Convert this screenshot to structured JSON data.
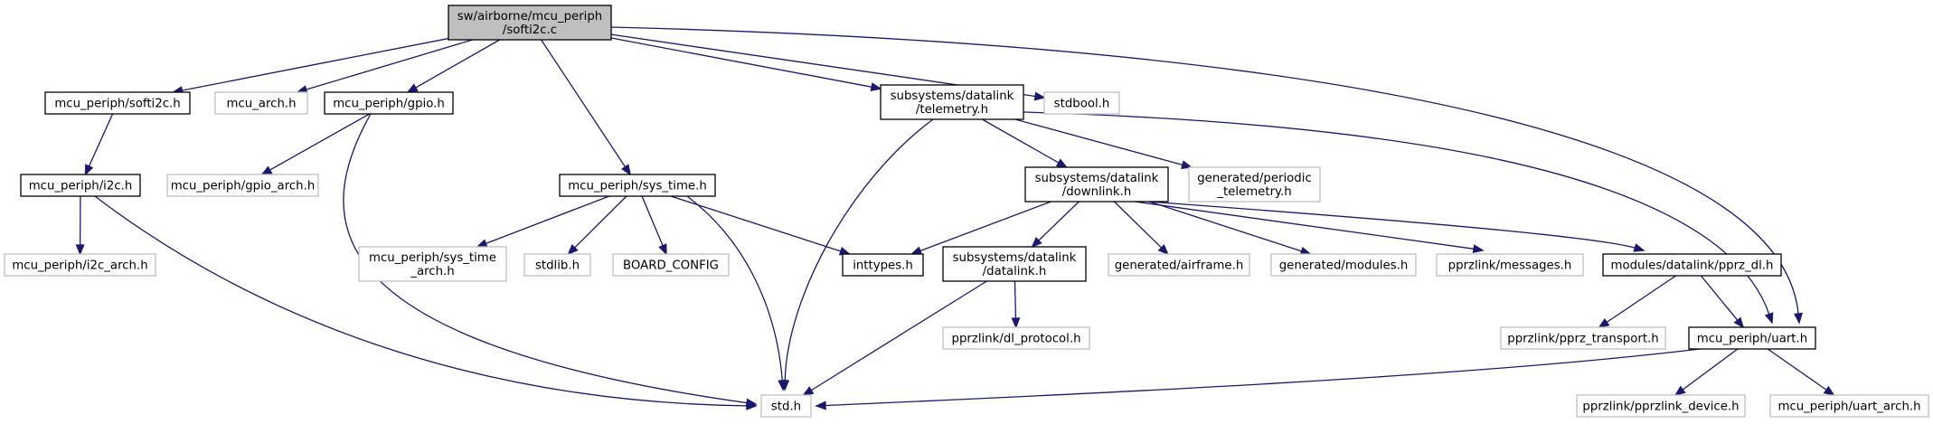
{
  "colors": {
    "edge": "#191970",
    "root_fill": "#bfbfbf",
    "root_stroke": "#000000",
    "doc_stroke": "#000000",
    "ext_stroke": "#bfbfbf",
    "box_fill": "#ffffff"
  },
  "nodes": [
    {
      "id": "softi2c_c",
      "kind": "root",
      "lines": [
        "sw/airborne/mcu_periph",
        "/softi2c.c"
      ]
    },
    {
      "id": "softi2c_h",
      "kind": "doc",
      "lines": [
        "mcu_periph/softi2c.h"
      ]
    },
    {
      "id": "mcu_arch_h",
      "kind": "ext",
      "lines": [
        "mcu_arch.h"
      ]
    },
    {
      "id": "gpio_h",
      "kind": "doc",
      "lines": [
        "mcu_periph/gpio.h"
      ]
    },
    {
      "id": "telemetry_h",
      "kind": "doc",
      "lines": [
        "subsystems/datalink",
        "/telemetry.h"
      ]
    },
    {
      "id": "stdbool_h",
      "kind": "ext",
      "lines": [
        "stdbool.h"
      ]
    },
    {
      "id": "i2c_h",
      "kind": "doc",
      "lines": [
        "mcu_periph/i2c.h"
      ]
    },
    {
      "id": "gpio_arch_h",
      "kind": "ext",
      "lines": [
        "mcu_periph/gpio_arch.h"
      ]
    },
    {
      "id": "sys_time_h",
      "kind": "doc",
      "lines": [
        "mcu_periph/sys_time.h"
      ]
    },
    {
      "id": "downlink_h",
      "kind": "doc",
      "lines": [
        "subsystems/datalink",
        "/downlink.h"
      ]
    },
    {
      "id": "periodic_telemetry_h",
      "kind": "ext",
      "lines": [
        "generated/periodic",
        "_telemetry.h"
      ]
    },
    {
      "id": "i2c_arch_h",
      "kind": "ext",
      "lines": [
        "mcu_periph/i2c_arch.h"
      ]
    },
    {
      "id": "sys_time_arch_h",
      "kind": "ext",
      "lines": [
        "mcu_periph/sys_time",
        "_arch.h"
      ]
    },
    {
      "id": "stdlib_h",
      "kind": "ext",
      "lines": [
        "stdlib.h"
      ]
    },
    {
      "id": "board_config",
      "kind": "ext",
      "lines": [
        "BOARD_CONFIG"
      ]
    },
    {
      "id": "inttypes_h",
      "kind": "doc",
      "lines": [
        "inttypes.h"
      ]
    },
    {
      "id": "datalink_h",
      "kind": "doc",
      "lines": [
        "subsystems/datalink",
        "/datalink.h"
      ]
    },
    {
      "id": "airframe_h",
      "kind": "ext",
      "lines": [
        "generated/airframe.h"
      ]
    },
    {
      "id": "modules_h",
      "kind": "ext",
      "lines": [
        "generated/modules.h"
      ]
    },
    {
      "id": "messages_h",
      "kind": "ext",
      "lines": [
        "pprzlink/messages.h"
      ]
    },
    {
      "id": "pprz_dl_h",
      "kind": "doc",
      "lines": [
        "modules/datalink/pprz_dl.h"
      ]
    },
    {
      "id": "dl_protocol_h",
      "kind": "ext",
      "lines": [
        "pprzlink/dl_protocol.h"
      ]
    },
    {
      "id": "pprz_transport_h",
      "kind": "ext",
      "lines": [
        "pprzlink/pprz_transport.h"
      ]
    },
    {
      "id": "uart_h",
      "kind": "doc",
      "lines": [
        "mcu_periph/uart.h"
      ]
    },
    {
      "id": "std_h",
      "kind": "ext",
      "lines": [
        "std.h"
      ]
    },
    {
      "id": "pprzlink_device_h",
      "kind": "ext",
      "lines": [
        "pprzlink/pprzlink_device.h"
      ]
    },
    {
      "id": "uart_arch_h",
      "kind": "ext",
      "lines": [
        "mcu_periph/uart_arch.h"
      ]
    }
  ],
  "edges": [
    [
      "softi2c_c",
      "softi2c_h"
    ],
    [
      "softi2c_c",
      "mcu_arch_h"
    ],
    [
      "softi2c_c",
      "gpio_h"
    ],
    [
      "softi2c_c",
      "sys_time_h"
    ],
    [
      "softi2c_c",
      "telemetry_h"
    ],
    [
      "softi2c_c",
      "stdbool_h"
    ],
    [
      "softi2c_c",
      "uart_h"
    ],
    [
      "softi2c_h",
      "i2c_h"
    ],
    [
      "i2c_h",
      "i2c_arch_h"
    ],
    [
      "i2c_h",
      "std_h"
    ],
    [
      "gpio_h",
      "gpio_arch_h"
    ],
    [
      "gpio_h",
      "std_h"
    ],
    [
      "sys_time_h",
      "sys_time_arch_h"
    ],
    [
      "sys_time_h",
      "stdlib_h"
    ],
    [
      "sys_time_h",
      "board_config"
    ],
    [
      "sys_time_h",
      "inttypes_h"
    ],
    [
      "sys_time_h",
      "std_h"
    ],
    [
      "telemetry_h",
      "downlink_h"
    ],
    [
      "telemetry_h",
      "periodic_telemetry_h"
    ],
    [
      "telemetry_h",
      "std_h"
    ],
    [
      "telemetry_h",
      "uart_h"
    ],
    [
      "downlink_h",
      "inttypes_h"
    ],
    [
      "downlink_h",
      "datalink_h"
    ],
    [
      "downlink_h",
      "airframe_h"
    ],
    [
      "downlink_h",
      "modules_h"
    ],
    [
      "downlink_h",
      "messages_h"
    ],
    [
      "downlink_h",
      "pprz_dl_h"
    ],
    [
      "datalink_h",
      "dl_protocol_h"
    ],
    [
      "datalink_h",
      "std_h"
    ],
    [
      "pprz_dl_h",
      "pprz_transport_h"
    ],
    [
      "pprz_dl_h",
      "uart_h"
    ],
    [
      "uart_h",
      "std_h"
    ],
    [
      "uart_h",
      "pprzlink_device_h"
    ],
    [
      "uart_h",
      "uart_arch_h"
    ]
  ]
}
